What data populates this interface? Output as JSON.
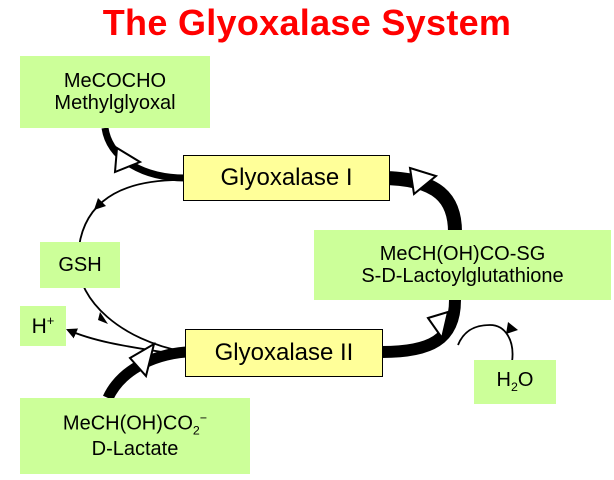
{
  "title": "The Glyoxalase System",
  "colors": {
    "title": "#ff0000",
    "green_box": "#ccff99",
    "yellow_box": "#ffff99"
  },
  "nodes": {
    "methylglyoxal": {
      "formula": "MeCOCHO",
      "name": "Methylglyoxal"
    },
    "glyoxalase_1": {
      "label": "Glyoxalase I"
    },
    "lactoylglutathione": {
      "formula": "MeCH(OH)CO-SG",
      "name": "S-D-Lactoylglutathione"
    },
    "gsh": {
      "label": "GSH"
    },
    "glyoxalase_2": {
      "label": "Glyoxalase II"
    },
    "proton": {
      "symbol": "H",
      "charge": "+"
    },
    "water": {
      "symbol_h": "H",
      "subscript": "2",
      "symbol_o": "O"
    },
    "lactate": {
      "formula_main": "MeCH(OH)CO",
      "subscript": "2",
      "charge": "−",
      "name": "D-Lactate"
    }
  }
}
